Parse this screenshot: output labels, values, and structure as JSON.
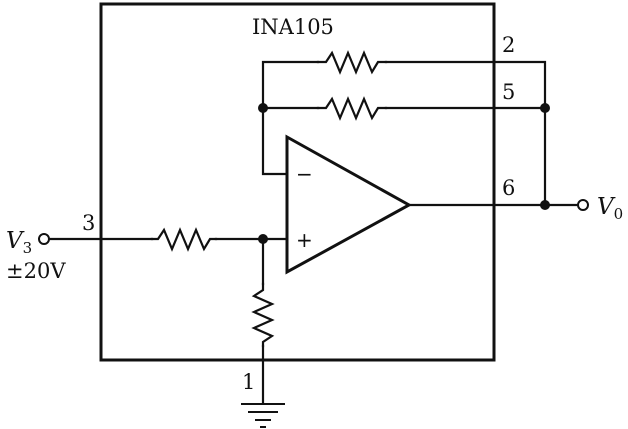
{
  "chip": {
    "name": "INA105"
  },
  "pins": {
    "p1": "1",
    "p2": "2",
    "p3": "3",
    "p5": "5",
    "p6": "6"
  },
  "input": {
    "symbol": "V",
    "subscript": "3",
    "range": "±20V"
  },
  "output": {
    "symbol": "V",
    "subscript": "0"
  },
  "opamp": {
    "minus": "−",
    "plus": "+"
  }
}
